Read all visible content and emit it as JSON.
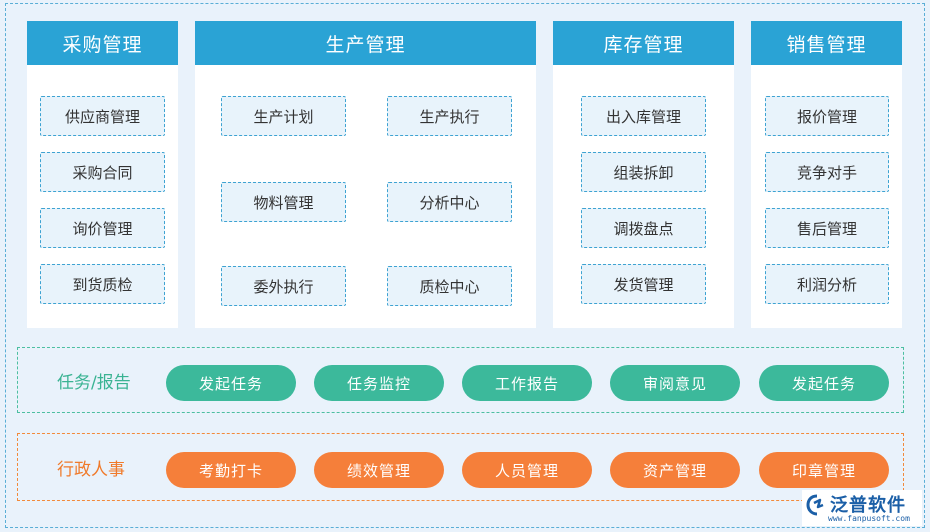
{
  "columns": [
    {
      "title": "采购管理",
      "items": [
        "供应商管理",
        "采购合同",
        "询价管理",
        "到货质检"
      ]
    },
    {
      "title": "生产管理",
      "items": [
        "生产计划",
        "生产执行",
        "物料管理",
        "分析中心",
        "委外执行",
        "质检中心"
      ]
    },
    {
      "title": "库存管理",
      "items": [
        "出入库管理",
        "组装拆卸",
        "调拨盘点",
        "发货管理"
      ]
    },
    {
      "title": "销售管理",
      "items": [
        "报价管理",
        "竞争对手",
        "售后管理",
        "利润分析"
      ]
    }
  ],
  "task_band": {
    "label": "任务/报告",
    "buttons": [
      "发起任务",
      "任务监控",
      "工作报告",
      "审阅意见",
      "发起任务"
    ]
  },
  "admin_band": {
    "label": "行政人事",
    "buttons": [
      "考勤打卡",
      "绩效管理",
      "人员管理",
      "资产管理",
      "印章管理"
    ]
  },
  "logo": {
    "name": "泛普软件",
    "url": "www.fanpusoft.com"
  },
  "colors": {
    "header_blue": "#2aa3d5",
    "task_green": "#3cb99b",
    "admin_orange": "#f57f3a"
  }
}
